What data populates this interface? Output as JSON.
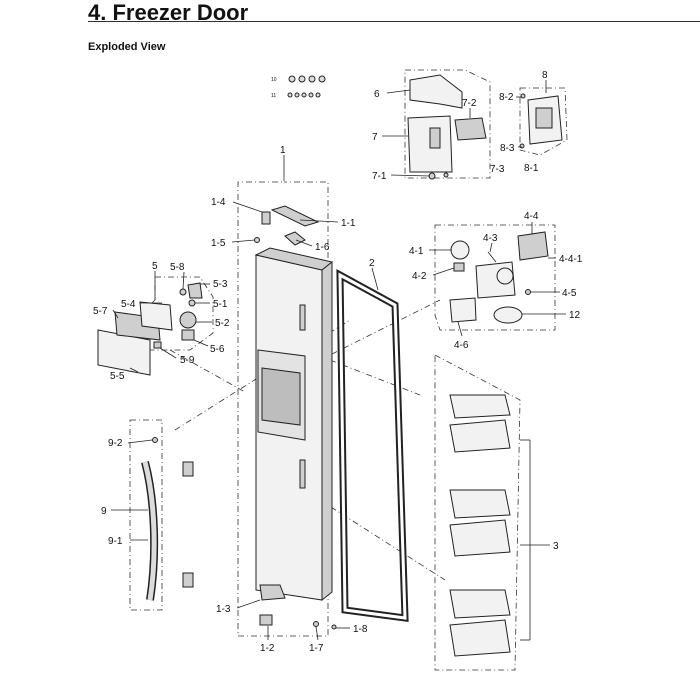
{
  "heading": "4.  Freezer Door",
  "subheading": "Exploded View",
  "callouts": {
    "c1": "1",
    "c1_1": "1-1",
    "c1_2": "1-2",
    "c1_3": "1-3",
    "c1_4": "1-4",
    "c1_5": "1-5",
    "c1_6": "1-6",
    "c1_7": "1-7",
    "c1_8": "1-8",
    "c2": "2",
    "c3": "3",
    "c4_1": "4-1",
    "c4_2": "4-2",
    "c4_3": "4-3",
    "c4_4": "4-4",
    "c4_4_1": "4-4-1",
    "c4_5": "4-5",
    "c4_6": "4-6",
    "c5": "5",
    "c5_1": "5-1",
    "c5_2": "5-2",
    "c5_3": "5-3",
    "c5_4": "5-4",
    "c5_5": "5-5",
    "c5_6": "5-6",
    "c5_7": "5-7",
    "c5_8": "5-8",
    "c5_9": "5-9",
    "c6": "6",
    "c7": "7",
    "c7_1": "7-1",
    "c7_2": "7-2",
    "c7_3": "7-3",
    "c8": "8",
    "c8_1": "8-1",
    "c8_2": "8-2",
    "c8_3": "8-3",
    "c9": "9",
    "c9_1": "9-1",
    "c9_2": "9-2",
    "c10": "10",
    "c11": "11",
    "c12": "12"
  }
}
